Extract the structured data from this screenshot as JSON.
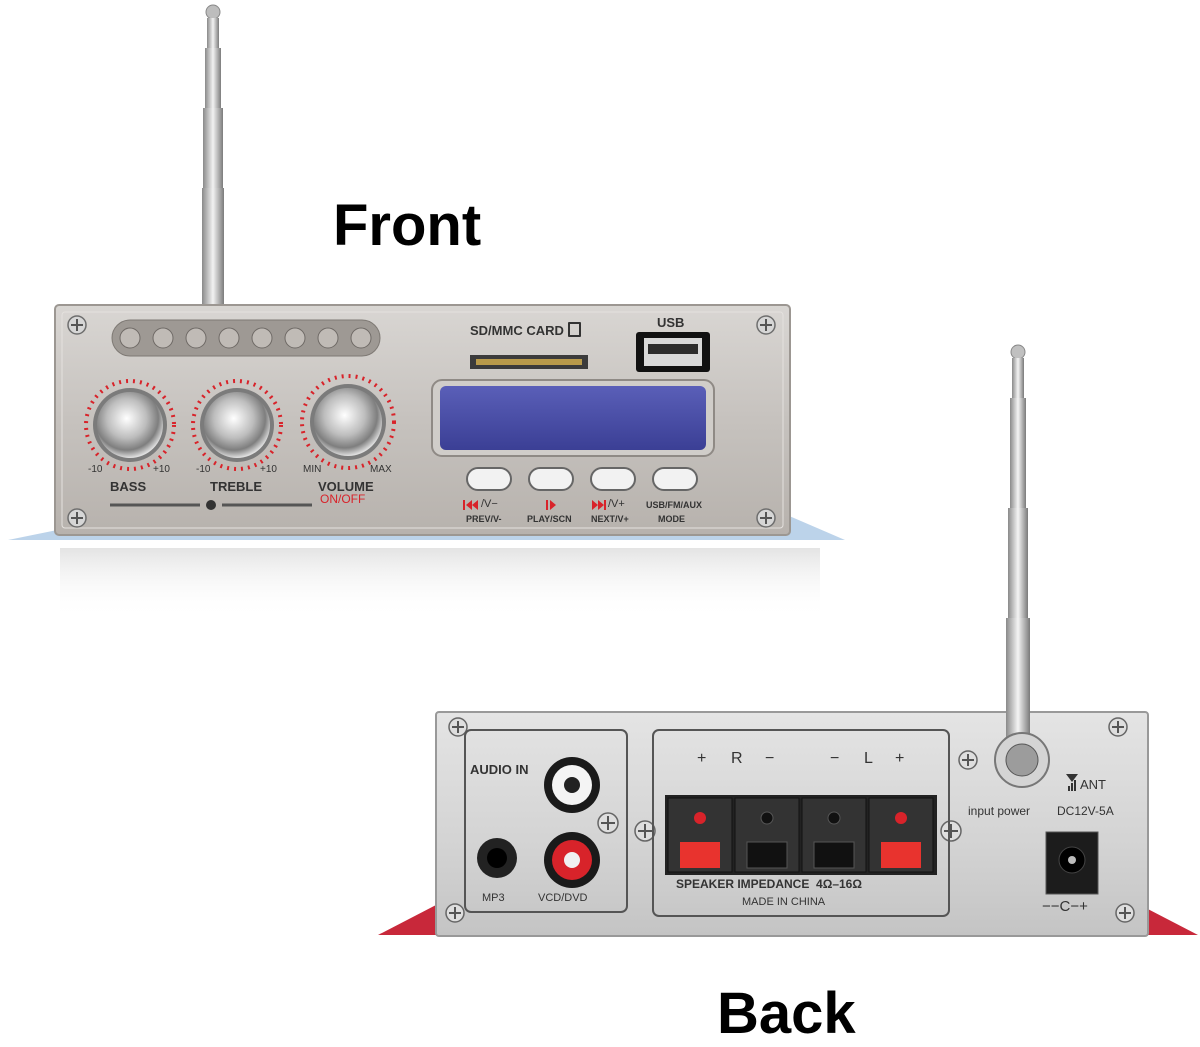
{
  "headings": {
    "front": "Front",
    "back": "Back"
  },
  "front": {
    "sd_label": "SD/MMC CARD",
    "usb_label": "USB",
    "knobs": [
      {
        "name": "BASS",
        "min": "-10",
        "max": "+10"
      },
      {
        "name": "TREBLE",
        "min": "-10",
        "max": "+10"
      },
      {
        "name": "VOLUME",
        "min": "MIN",
        "max": "MAX",
        "sub": "ON/OFF"
      }
    ],
    "buttons": [
      {
        "symbol": "/V−",
        "label": "PREV/V-"
      },
      {
        "symbol": "",
        "label": "PLAY/SCN"
      },
      {
        "symbol": "/V+",
        "label": "NEXT/V+"
      },
      {
        "symbol": "USB/FM/AUX",
        "label": "MODE"
      }
    ]
  },
  "back": {
    "audio_in": "AUDIO IN",
    "mp3": "MP3",
    "vcd": "VCD/DVD",
    "channels": {
      "r_plus": "+",
      "r": "R",
      "r_minus": "−",
      "l_minus": "−",
      "l": "L",
      "l_plus": "+"
    },
    "impedance": "SPEAKER IMPEDANCE  4Ω–16Ω",
    "made_in": "MADE IN CHINA",
    "ant": "ANT",
    "input_power": "input power",
    "dc_rating": "DC12V-5A",
    "polarity": "−−C−+"
  },
  "colors": {
    "panel": "#c9c6c2",
    "accent_red": "#d8232a",
    "lcd": "#4a4fa8",
    "base_blue": "#bcd3ea",
    "base_red": "#c8283a"
  }
}
